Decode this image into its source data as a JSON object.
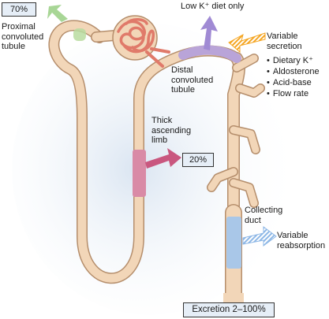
{
  "pct_proximal": "70%",
  "pct_thick_limb": "20%",
  "excretion": "Excretion 2–100%",
  "labels": {
    "proximal": [
      "Proximal",
      "convoluted",
      "tubule"
    ],
    "low_k": "Low K⁺ diet only",
    "variable_secretion": [
      "Variable",
      "secretion"
    ],
    "distal": [
      "Distal",
      "convoluted",
      "tubule"
    ],
    "thick_limb": [
      "Thick",
      "ascending",
      "limb"
    ],
    "collecting_duct": [
      "Collecting",
      "duct"
    ],
    "variable_reabsorption": [
      "Variable",
      "reabsorption"
    ]
  },
  "factors": [
    "Dietary K⁺",
    "Aldosterone",
    "Acid-base",
    "Flow rate"
  ],
  "colors": {
    "tubule": "#f2d6b8",
    "tubule_edge": "#b58e6c",
    "background_glow": "#d6e2f0",
    "proximal_reabsorption": "#b8dca0",
    "thick_limb_segment": "#d98aa6",
    "distal_segment": "#b9a4d8",
    "collecting_segment": "#a9c7e8",
    "glomerulus": "#e07a6a",
    "arrow_green": "#a8d696",
    "arrow_pink": "#c9577f",
    "arrow_purple": "#a08ad4",
    "arrow_orange": "#f5a623",
    "arrow_blue": "#8db7e6"
  }
}
